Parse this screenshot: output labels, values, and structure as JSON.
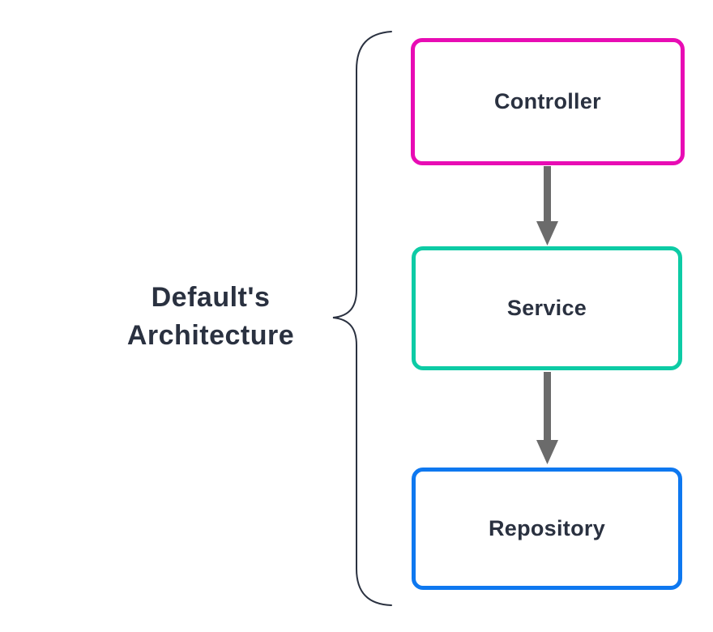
{
  "diagram": {
    "title": {
      "line1": "Default's",
      "line2": "Architecture"
    },
    "boxes": [
      {
        "id": "controller",
        "label": "Controller",
        "border_color": "#E80CB4"
      },
      {
        "id": "service",
        "label": "Service",
        "border_color": "#0DCBA5"
      },
      {
        "id": "repository",
        "label": "Repository",
        "border_color": "#0E78F0"
      }
    ],
    "arrows": [
      {
        "from": "controller",
        "to": "service"
      },
      {
        "from": "service",
        "to": "repository"
      }
    ],
    "colors": {
      "text": "#2A3140",
      "brace": "#2A3140",
      "arrow": "#6B6B6B",
      "box_fill": "#FFFFFF",
      "background": "#FFFFFF"
    }
  }
}
